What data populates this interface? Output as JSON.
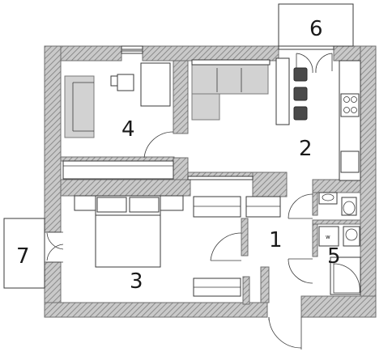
{
  "rooms": [
    {
      "id": "1",
      "label": "1"
    },
    {
      "id": "2",
      "label": "2"
    },
    {
      "id": "3",
      "label": "3"
    },
    {
      "id": "4",
      "label": "4"
    },
    {
      "id": "5",
      "label": "5"
    },
    {
      "id": "6",
      "label": "6"
    },
    {
      "id": "7",
      "label": "7"
    }
  ],
  "appliances": {
    "washer_mark": "w"
  },
  "colors": {
    "wall_hatch": "#8a8a8a",
    "sofa_fill": "#d2d2d2",
    "stool_fill": "#4a4a4a"
  }
}
